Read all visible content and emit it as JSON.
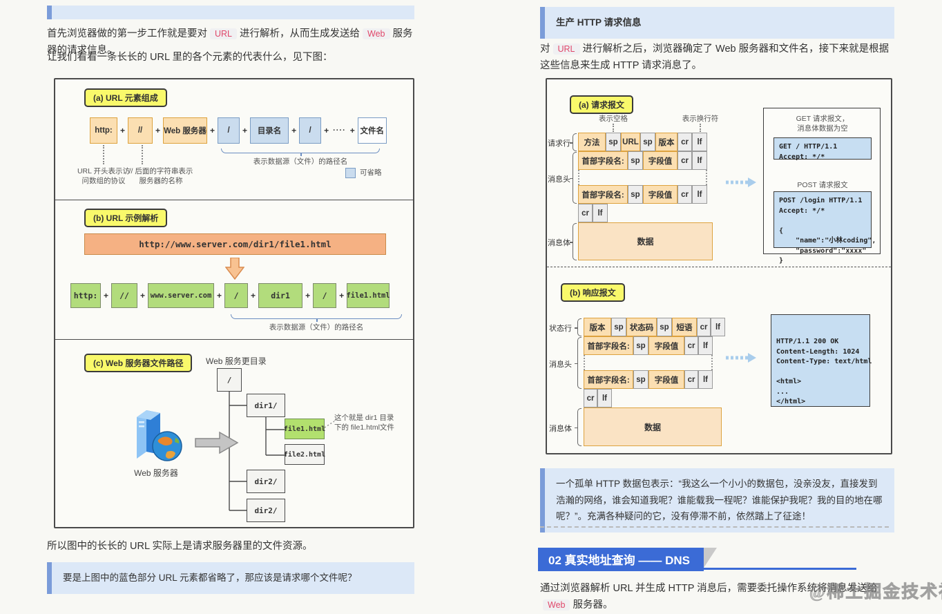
{
  "left": {
    "p1": {
      "t1": "首先浏览器做的第一步工作就是要对",
      "c1": "URL",
      "t2": "进行解析，从而生成发送给",
      "c2": "Web",
      "t3": "服务器的请求信息。"
    },
    "p2": "让我们看看一条长长的 URL 里的各个元素的代表什么，见下图：",
    "da": {
      "label": "(a) URL 元素组成",
      "plus": "+",
      "dots": "····",
      "boxes": [
        "http:",
        "//",
        "Web 服务器",
        "/",
        "目录名",
        "/",
        "文件名"
      ],
      "ann1a": "URL 开头表示访",
      "ann1b": "问数组的协议",
      "ann2a": "// 后面的字符串表示",
      "ann2b": "服务器的名称",
      "brace": "表示数据源（文件）的路径名",
      "legend": "可省略"
    },
    "db": {
      "label": "(b) URL 示例解析",
      "url": "http://www.server.com/dir1/file1.html",
      "boxes": [
        "http:",
        "//",
        "www.server.com",
        "/",
        "dir1",
        "/",
        "file1.html"
      ],
      "brace": "表示数据源（文件）的路径名"
    },
    "dc": {
      "label": "(c) Web 服务器文件路径",
      "tree_title": "Web 服务更目录",
      "server": "Web 服务器",
      "root": "/",
      "dir1": "dir1/",
      "file1": "file1.html",
      "file2": "file2.html",
      "dir2a": "dir2/",
      "dir2b": "dir2/",
      "note1": "这个就是 dir1 目录",
      "note2": "下的 file1.html文件"
    },
    "p3": "所以图中的长长的 URL 实际上是请求服务器里的文件资源。",
    "callout": "要是上图中的蓝色部分 URL 元素都省略了，那应该是请求哪个文件呢？"
  },
  "right": {
    "callout1": "生产 HTTP 请求信息",
    "p1": {
      "t1": "对",
      "c1": "URL",
      "t2": "进行解析之后，浏览器确定了 Web 服务器和文件名，接下来就是根据这些信息来生成 HTTP 请求消息了。"
    },
    "req": {
      "label": "(a) 请求报文",
      "ann_sp": "表示空格",
      "ann_lf": "表示换行符",
      "lbl_line": "请求行",
      "lbl_head": "消息头",
      "lbl_body": "消息体",
      "row1": [
        "方法",
        "sp",
        "URL",
        "sp",
        "版本",
        "cr",
        "lf"
      ],
      "rowh": [
        "首部字段名:",
        "sp",
        "字段值",
        "cr",
        "lf"
      ],
      "crlf": [
        "cr",
        "lf"
      ],
      "body": "数据",
      "get_title1": "GET 请求报文，",
      "get_title2": "消息体数据为空",
      "get_code": "GET / HTTP/1.1\nAccept: */*",
      "post_title": "POST 请求报文",
      "post_code": "POST /login HTTP/1.1\nAccept: */*\n\n{\n    \"name\":\"小林coding\",\n    \"password\":\"xxxx\"\n}"
    },
    "resp": {
      "label": "(b) 响应报文",
      "lbl_line": "状态行",
      "lbl_head": "消息头",
      "lbl_body": "消息体",
      "row1": [
        "版本",
        "sp",
        "状态码",
        "sp",
        "短语",
        "cr",
        "lf"
      ],
      "rowh": [
        "首部字段名:",
        "sp",
        "字段值",
        "cr",
        "lf"
      ],
      "crlf": [
        "cr",
        "lf"
      ],
      "body": "数据",
      "resp_code": "HTTP/1.1 200 OK\nContent-Length: 1024\nContent-Type: text/html\n\n<html>\n...\n</html>"
    },
    "callout2": "一个孤单 HTTP 数据包表示：“我这么一个小小的数据包，没亲没友，直接发到浩瀚的网络，谁会知道我呢？谁能载我一程呢？谁能保护我呢？我的目的地在哪呢？”。充满各种疑问的它，没有停滞不前，依然踏上了征途！",
    "section": "02 真实地址查询 —— DNS",
    "p2": {
      "t1": "通过浏览器解析 URL 并生成 HTTP 消息后，需要委托操作系统将消息发送给",
      "c1": "Web",
      "t2": "服务器。"
    }
  },
  "watermark": "@稀土掘金技术社区",
  "colors": {
    "accent_blue": "#3b6bd6",
    "callout_bg": "#dce8f7",
    "callout_border": "#7b9cd9",
    "code_text": "#e0476a",
    "box_orange": "#fbdfb2",
    "box_blue": "#cadcee",
    "box_green": "#b2dc7c",
    "label_yellow": "#f9f96b"
  }
}
